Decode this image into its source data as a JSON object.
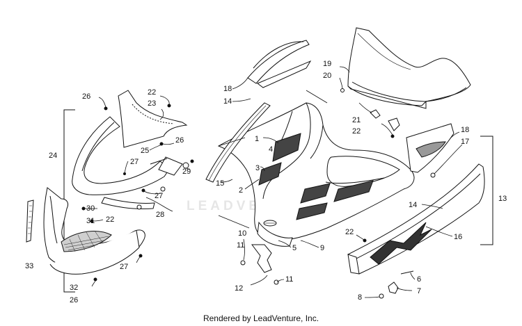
{
  "diagram": {
    "callouts": {
      "c1": "1",
      "c2": "2",
      "c3": "3",
      "c4": "4",
      "c5": "5",
      "c6": "6",
      "c7": "7",
      "c8": "8",
      "c9": "9",
      "c10": "10",
      "c11a": "11",
      "c11b": "11",
      "c12": "12",
      "c13": "13",
      "c14a": "14",
      "c14b": "14",
      "c15": "15",
      "c16": "16",
      "c17": "17",
      "c18a": "18",
      "c18b": "18",
      "c19": "19",
      "c20": "20",
      "c21": "21",
      "c22a": "22",
      "c22b": "22",
      "c22c": "22",
      "c22d": "22",
      "c23": "23",
      "c24": "24",
      "c25": "25",
      "c26a": "26",
      "c26b": "26",
      "c26c": "26",
      "c27a": "27",
      "c27b": "27",
      "c27c": "27",
      "c28": "28",
      "c29": "29",
      "c30": "30",
      "c31": "31",
      "c32": "32",
      "c33": "33"
    },
    "watermark": "LEADVENTURE",
    "footer": "Rendered by LeadVenture, Inc."
  }
}
